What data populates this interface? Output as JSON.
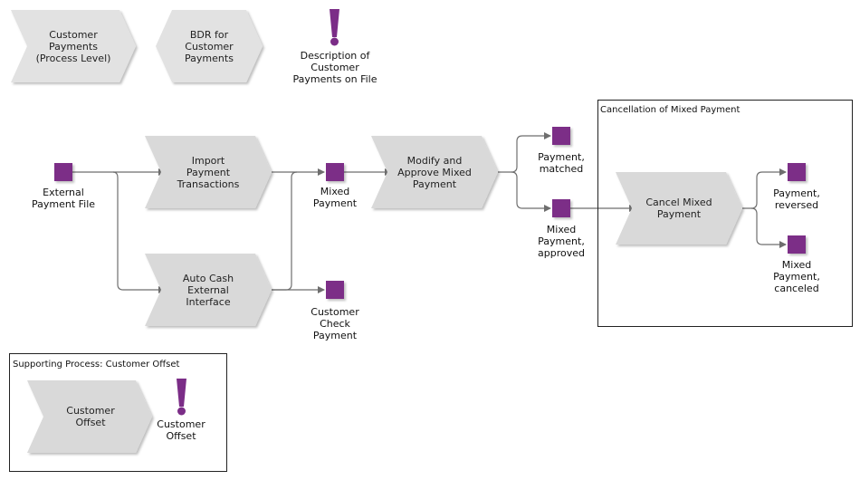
{
  "colors": {
    "process_fill": "#d9d9d9",
    "process_header_fill": "#e2e2e2",
    "object_fill": "#7b2d87",
    "connector": "#6e6e6e"
  },
  "header": {
    "customer_payments": "Customer\nPayments\n(Process Level)",
    "bdr": "BDR for\nCustomer\nPayments",
    "description": "Description of\nCustomer\nPayments on File"
  },
  "processes": {
    "import": "Import\nPayment\nTransactions",
    "auto_cash": "Auto Cash\nExternal\nInterface",
    "modify_approve": "Modify and\nApprove Mixed\nPayment",
    "cancel": "Cancel Mixed\nPayment"
  },
  "objects": {
    "external_file": "External\nPayment File",
    "mixed_payment": "Mixed\nPayment",
    "customer_check": "Customer\nCheck\nPayment",
    "payment_matched": "Payment,\nmatched",
    "mixed_approved": "Mixed\nPayment,\napproved",
    "payment_reversed": "Payment,\nreversed",
    "mixed_canceled": "Mixed\nPayment,\ncanceled"
  },
  "frames": {
    "cancellation_title": "Cancellation of Mixed Payment",
    "supporting_title": "Supporting Process: Customer Offset"
  },
  "supporting": {
    "offset_process": "Customer\nOffset",
    "offset_description": "Customer\nOffset"
  }
}
